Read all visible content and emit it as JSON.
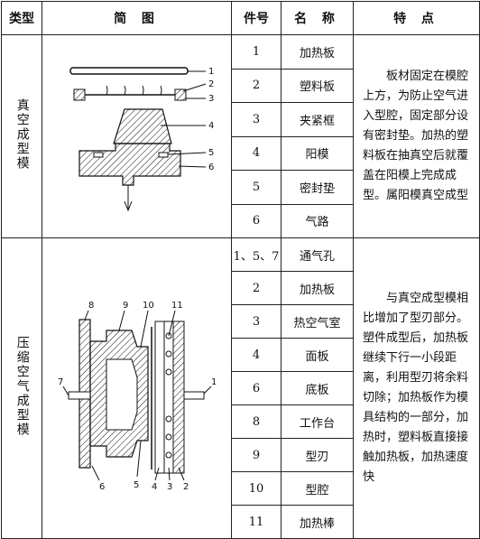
{
  "header": {
    "type": "类型",
    "figure": "简 图",
    "part_no": "件号",
    "name": "名 称",
    "feature": "特 点"
  },
  "sections": [
    {
      "type": "真空成型模",
      "figure_labels": [
        "1",
        "2",
        "3",
        "4",
        "5",
        "6"
      ],
      "rows": [
        {
          "no": "1",
          "name": "加热板"
        },
        {
          "no": "2",
          "name": "塑料板"
        },
        {
          "no": "3",
          "name": "夹紧框"
        },
        {
          "no": "4",
          "name": "阳模"
        },
        {
          "no": "5",
          "name": "密封垫"
        },
        {
          "no": "6",
          "name": "气路"
        }
      ],
      "feature": "板材固定在模腔上方，为防止空气进入型腔，固定部分设有密封垫。加热的塑料板在抽真空后就覆盖在阳模上完成成型。属阳模真空成型"
    },
    {
      "type": "压缩空气成型模",
      "figure_labels": [
        "8",
        "9",
        "10",
        "11",
        "7",
        "1",
        "5",
        "6",
        "4",
        "3",
        "2"
      ],
      "rows": [
        {
          "no": "1、5、7",
          "name": "通气孔"
        },
        {
          "no": "2",
          "name": "加热板"
        },
        {
          "no": "3",
          "name": "热空气室"
        },
        {
          "no": "4",
          "name": "面板"
        },
        {
          "no": "6",
          "name": "底板"
        },
        {
          "no": "8",
          "name": "工作台"
        },
        {
          "no": "9",
          "name": "型刃"
        },
        {
          "no": "10",
          "name": "型腔"
        },
        {
          "no": "11",
          "name": "加热棒"
        }
      ],
      "feature": "与真空成型模相比增加了型刃部分。塑件成型后，加热板继续下行一小段距离，利用型刃将余料切除；加热板作为模具结构的一部分，加热时，塑料板直接接触加热板，加热速度快"
    }
  ]
}
